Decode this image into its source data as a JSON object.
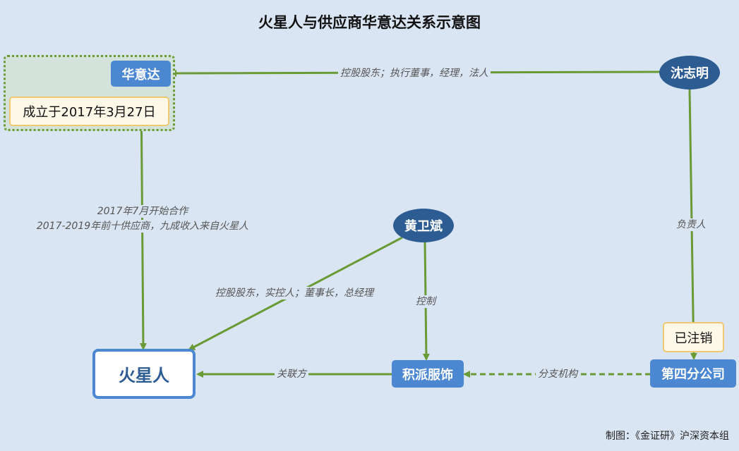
{
  "title": "火星人与供应商华意达关系示意图",
  "footer": "制图：《金证研》沪深资本组",
  "nodes": {
    "huayida": "华意达",
    "shenzhiming": "沈志明",
    "huangweibin": "黄卫斌",
    "huoxingren": "火星人",
    "jipai": "积派服饰",
    "disifen": "第四分公司"
  },
  "notes": {
    "huayida_founded": "成立于2017年3月27日",
    "disifen_status": "已注销"
  },
  "edges": {
    "shen_to_huayida": "控股股东；执行董事，经理，法人",
    "huayida_to_huoxing_line1": "2017年7月开始合作",
    "huayida_to_huoxing_line2": "2017-2019年前十供应商，九成收入来自火星人",
    "huang_to_huoxing": "控股股东，实控人；董事长，总经理",
    "huang_to_jipai": "控制",
    "shen_to_disifen": "负责人",
    "jipai_to_huoxing": "关联方",
    "disifen_to_jipai": "分支机构"
  },
  "colors": {
    "background": "#dae5f3",
    "edge": "#6a9a35",
    "node_light": "#4c87d1",
    "node_dark": "#2d5c93",
    "note_border": "#f0c870"
  }
}
